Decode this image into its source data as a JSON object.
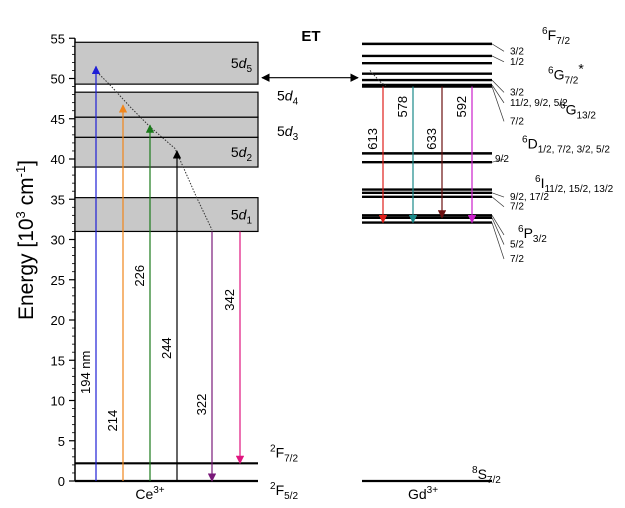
{
  "y_axis": {
    "label": "Energy [10",
    "label_sup": "3",
    "label_tail": " cm",
    "label_tail_sup": "-1",
    "label_end": "]",
    "min": 0,
    "max": 55,
    "ticks": [
      "0",
      "5",
      "10",
      "15",
      "20",
      "25",
      "30",
      "35",
      "40",
      "45",
      "50",
      "55"
    ]
  },
  "ce": {
    "ion": "Ce",
    "ion_sup": "3+",
    "bands": [
      {
        "lo": 31.0,
        "hi": 35.2,
        "name": "5d",
        "sub": "1"
      },
      {
        "lo": 39.0,
        "hi": 42.7,
        "name": "5d",
        "sub": "2"
      },
      {
        "lo": 42.7,
        "hi": 45.2,
        "name": "5d",
        "sub": "3"
      },
      {
        "lo": 45.2,
        "hi": 48.3,
        "name": "5d",
        "sub": "4"
      },
      {
        "lo": 49.3,
        "hi": 54.5,
        "name": "5d",
        "sub": "5"
      }
    ],
    "ground": [
      {
        "e": 0,
        "name": "F",
        "sup": "2",
        "sub": "5/2"
      },
      {
        "e": 2.2,
        "name": "F",
        "sup": "2",
        "sub": "7/2"
      }
    ],
    "transitions": [
      {
        "label": "194 nm",
        "from": 0,
        "to": 51.5,
        "color": "#1f1fd6"
      },
      {
        "label": "214",
        "from": 0,
        "to": 46.7,
        "color": "#f0861c"
      },
      {
        "label": "226",
        "from": 0,
        "to": 44.2,
        "color": "#1a7a1a"
      },
      {
        "label": "244",
        "from": 0,
        "to": 41.0,
        "color": "#000000"
      },
      {
        "label": "322",
        "from": 31.0,
        "to": 0,
        "color": "#7a1a7a"
      },
      {
        "label": "342",
        "from": 31.0,
        "to": 2.2,
        "color": "#e0157f"
      }
    ]
  },
  "gd": {
    "ion": "Gd",
    "ion_sup": "3+",
    "ground": {
      "e": 0,
      "name": "S",
      "sup": "8",
      "sub": "7/2"
    },
    "levels": [
      54.3,
      52.8,
      51.9,
      50.6,
      49.8,
      49.2,
      49.0,
      40.7,
      39.6,
      36.2,
      35.8,
      35.3,
      33.0,
      32.7,
      32.1
    ],
    "labels": [
      {
        "text": "3/2",
        "e": 53.0
      },
      {
        "text": "1/2",
        "e": 51.7
      },
      {
        "text": "3/2",
        "e": 47.9
      },
      {
        "text": "11/2, 9/2, 5/2",
        "e": 46.6
      },
      {
        "text": "7/2",
        "e": 44.3
      },
      {
        "text": "9/2",
        "e": 39.6
      },
      {
        "text": "7/2",
        "e": 33.7
      },
      {
        "text": "9/2, 17/2",
        "e": 34.9
      },
      {
        "text": "5/2",
        "e": 29.0
      },
      {
        "text": "7/2",
        "e": 27.2
      }
    ],
    "terms": [
      {
        "name": "F",
        "sup": "6",
        "sub": "7/2",
        "e": 54.8
      },
      {
        "name": "G",
        "sup": "6",
        "sub": "7/2",
        "star": "*",
        "e": 49.9
      },
      {
        "name": "G",
        "sup": "6",
        "sub": "13/2",
        "e": 45.5
      },
      {
        "name": "D",
        "sup": "6",
        "sub": "1/2, 7/2, 3/2, 5/2",
        "e": 41.3
      },
      {
        "name": "I",
        "sup": "6",
        "sub": "11/2, 15/2, 13/2",
        "e": 36.4
      },
      {
        "name": "P",
        "sup": "6",
        "sub": "3/2",
        "e": 30.2
      }
    ],
    "transitions": [
      {
        "label": "613",
        "from": 49.0,
        "to": 32.1,
        "color": "#e0201c"
      },
      {
        "label": "578",
        "from": 49.0,
        "to": 32.1,
        "color": "#1a8a8a"
      },
      {
        "label": "633",
        "from": 49.0,
        "to": 32.7,
        "color": "#6b1010"
      },
      {
        "label": "592",
        "from": 49.0,
        "to": 32.1,
        "color": "#cc1fcc"
      }
    ]
  },
  "et_label": "ET"
}
